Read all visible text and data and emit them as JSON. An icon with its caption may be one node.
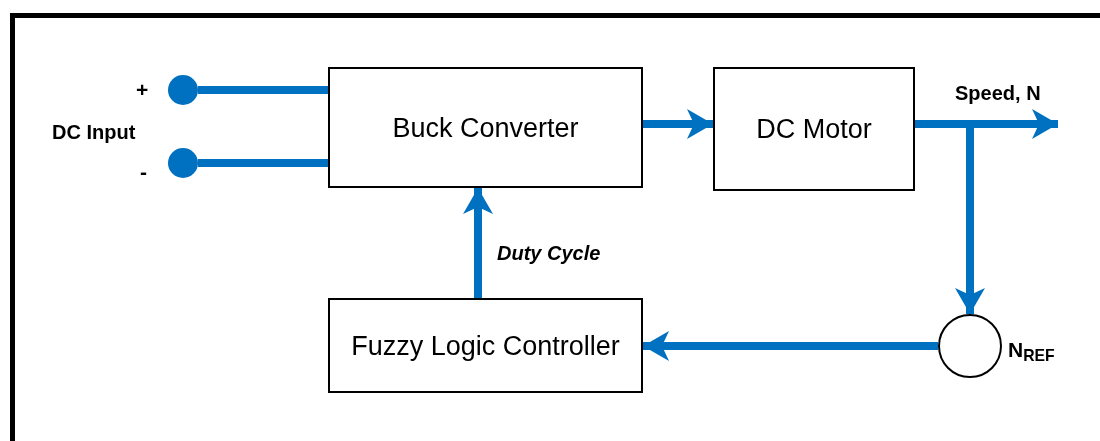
{
  "diagram": {
    "nodes": [
      {
        "text": [
          "Buck Converter"
        ]
      },
      {
        "text": [
          "DC Motor"
        ]
      },
      {
        "text": [
          "Fuzzy Logic Controller"
        ]
      },
      {
        "text": [],
        "shape": "circle",
        "beside": [
          "N$_{REF}$"
        ]
      },
      {
        "text": [],
        "shape": "circle",
        "beside": [
          "+"
        ]
      },
      {
        "text": [],
        "shape": "circle",
        "beside": [
          "-"
        ]
      }
    ],
    "edges": [
      {
        "from": 4,
        "to": 0,
        "arrow": "none"
      },
      {
        "from": 5,
        "to": 0,
        "arrow": "none"
      },
      {
        "from": 0,
        "to": 1,
        "arrow": "to"
      },
      {
        "from": 1,
        "to": null,
        "arrow": "to",
        "label": "Speed, N"
      },
      {
        "from": 1,
        "to": 3,
        "arrow": "to"
      },
      {
        "from": 3,
        "to": 2,
        "arrow": "to"
      },
      {
        "from": 2,
        "to": 0,
        "arrow": "to",
        "label": "Duty Cycle"
      }
    ],
    "labels": [
      "DC Input"
    ]
  }
}
